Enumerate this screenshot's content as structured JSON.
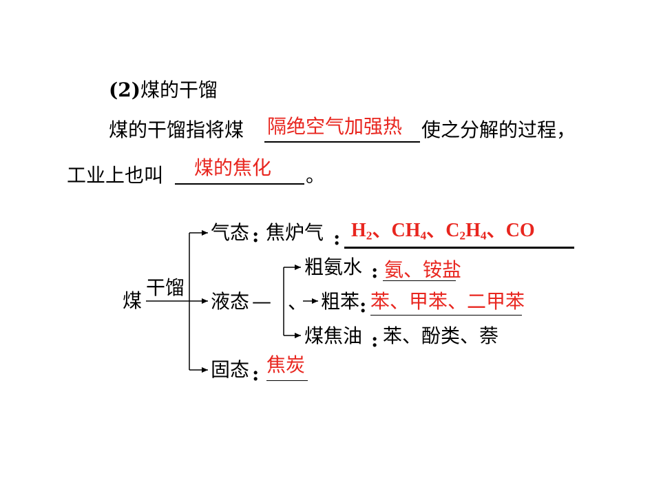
{
  "section": {
    "heading_num": "(2)",
    "heading_text": "煤的干馏",
    "line1_prefix": "煤的干馏指将煤",
    "line1_answer": "隔绝空气加强热",
    "line1_suffix": "使之分解的过程，",
    "line2_prefix": "工业上也叫",
    "line2_answer": "煤的焦化",
    "line2_suffix": "。"
  },
  "diagram": {
    "root": "煤",
    "arrow_label": "干馏",
    "gas": {
      "label": "气态",
      "sub_label": "焦炉气",
      "answer": {
        "h": "H",
        "h_sub": "2",
        "sep1": "、",
        "ch": "CH",
        "ch_sub": "4",
        "sep2": "、",
        "c": "C",
        "c_sub": "2",
        "h2": "H",
        "h2_sub": "4",
        "sep3": "、",
        "co": "CO"
      }
    },
    "liquid": {
      "label": "液态",
      "dash": "—",
      "items": [
        {
          "label": "粗氨水",
          "answer": "氨、铵盐"
        },
        {
          "prefix": "、",
          "label": "粗苯",
          "answer": "苯、甲苯、二甲苯"
        },
        {
          "label": "煤焦油",
          "answer": "苯、酚类、萘"
        }
      ]
    },
    "solid": {
      "label": "固态",
      "answer": "焦炭"
    },
    "colon": ":"
  },
  "colors": {
    "answer": "#e8261f",
    "text": "#000000"
  }
}
